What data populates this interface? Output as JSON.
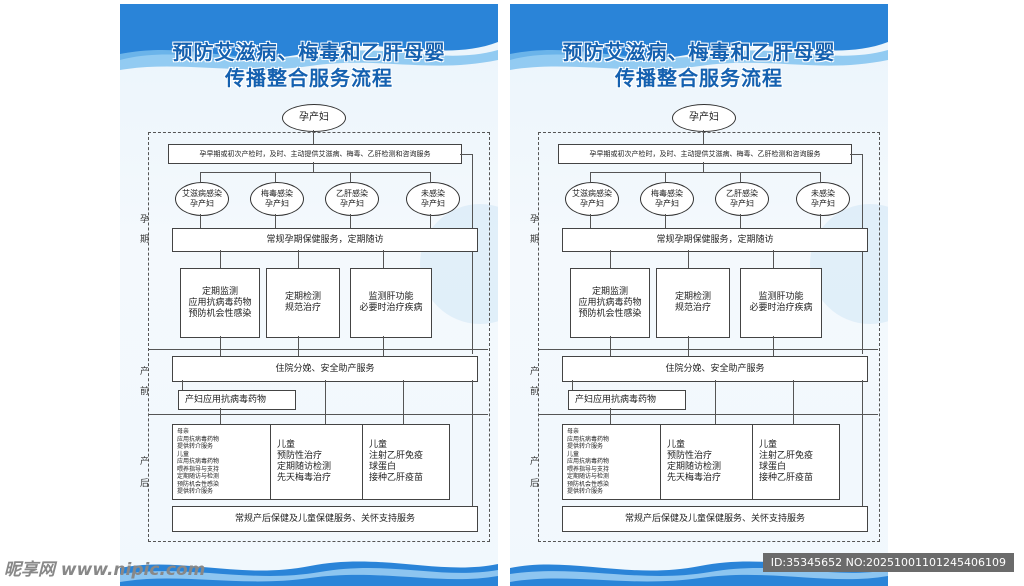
{
  "title_line1": "预防艾滋病、梅毒和乙肝母婴",
  "title_line2": "传播整合服务流程",
  "start_node": "孕产妇",
  "first_step": "孕早期或初次产检时，及时、主动提供艾滋病、梅毒、乙肝检测和咨询服务",
  "infection_nodes": [
    "艾滋病感染\n孕产妇",
    "梅毒感染\n孕产妇",
    "乙肝感染\n孕产妇",
    "未感染\n孕产妇"
  ],
  "routine_pregnancy": "常规孕期保健服务，定期随访",
  "pregnancy_boxes": [
    "定期监测\n应用抗病毒药物\n预防机会性感染",
    "定期检测\n规范治疗",
    "监测肝功能\n必要时治疗疾病"
  ],
  "delivery": "住院分娩、安全助产服务",
  "antiviral": "产妇应用抗病毒药物",
  "postpartum_boxes": [
    "母亲\n应用抗病毒药物\n提供转介服务\n儿童\n应用抗病毒药物\n喂养指导与支持\n定期随访与检测\n预防机会性感染\n提供转介服务",
    "儿童\n预防性治疗\n定期随访检测\n先天梅毒治疗",
    "儿童\n注射乙肝免疫\n球蛋白\n接种乙肝疫苗"
  ],
  "final_step": "常规产后保健及儿童保健服务、关怀支持服务",
  "stages": {
    "pregnancy": [
      "孕",
      "期"
    ],
    "intrapartum": [
      "产",
      "前"
    ],
    "postpartum": [
      "产",
      "后"
    ]
  },
  "watermark_left": "昵享网 www.nipic.com",
  "watermark_right": "ID:35345652 NO:20251001101245406109",
  "colors": {
    "title": "#1561b0",
    "wave": "#2a84d8"
  }
}
